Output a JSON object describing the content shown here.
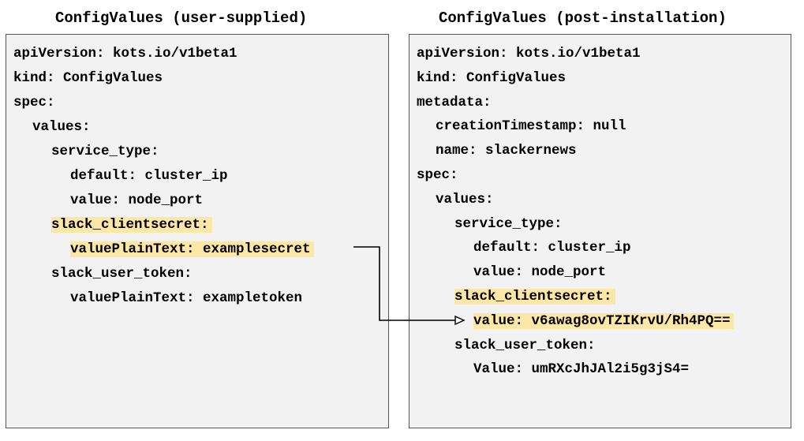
{
  "left": {
    "title": "ConfigValues (user-supplied)",
    "lines": [
      {
        "indent": 0,
        "text": "apiVersion: kots.io/v1beta1"
      },
      {
        "indent": 0,
        "text": "kind: ConfigValues"
      },
      {
        "indent": 0,
        "text": "spec:"
      },
      {
        "indent": 1,
        "text": "values:"
      },
      {
        "indent": 2,
        "text": "service_type:"
      },
      {
        "indent": 3,
        "text": "default: cluster_ip"
      },
      {
        "indent": 3,
        "text": "value: node_port"
      },
      {
        "indent": 2,
        "text": "slack_clientsecret:",
        "highlight": true
      },
      {
        "indent": 3,
        "text": "valuePlainText: examplesecret",
        "highlight": true
      },
      {
        "indent": 2,
        "text": "slack_user_token:"
      },
      {
        "indent": 3,
        "text": "valuePlainText: exampletoken"
      }
    ]
  },
  "right": {
    "title": "ConfigValues (post-installation)",
    "lines": [
      {
        "indent": 0,
        "text": "apiVersion: kots.io/v1beta1"
      },
      {
        "indent": 0,
        "text": "kind: ConfigValues"
      },
      {
        "indent": 0,
        "text": "metadata:"
      },
      {
        "indent": 1,
        "text": "creationTimestamp: null"
      },
      {
        "indent": 1,
        "text": "name: slackernews"
      },
      {
        "indent": 0,
        "text": "spec:"
      },
      {
        "indent": 1,
        "text": "values:"
      },
      {
        "indent": 2,
        "text": "service_type:"
      },
      {
        "indent": 3,
        "text": "default: cluster_ip"
      },
      {
        "indent": 3,
        "text": "value: node_port"
      },
      {
        "indent": 2,
        "text": "slack_clientsecret:",
        "highlight": true
      },
      {
        "indent": 3,
        "text": "value: v6awag8ovTZIKrvU/Rh4PQ==",
        "highlight": true
      },
      {
        "indent": 2,
        "text": "slack_user_token:"
      },
      {
        "indent": 3,
        "text": "Value: umRXcJhJAl2i5g3jS4="
      }
    ]
  },
  "colors": {
    "highlight": "#fde7a6",
    "panel": "#f2f2f2",
    "border": "#555555",
    "text": "#000000"
  },
  "connector": {
    "from": "left.lines.8",
    "to": "right.lines.11"
  }
}
